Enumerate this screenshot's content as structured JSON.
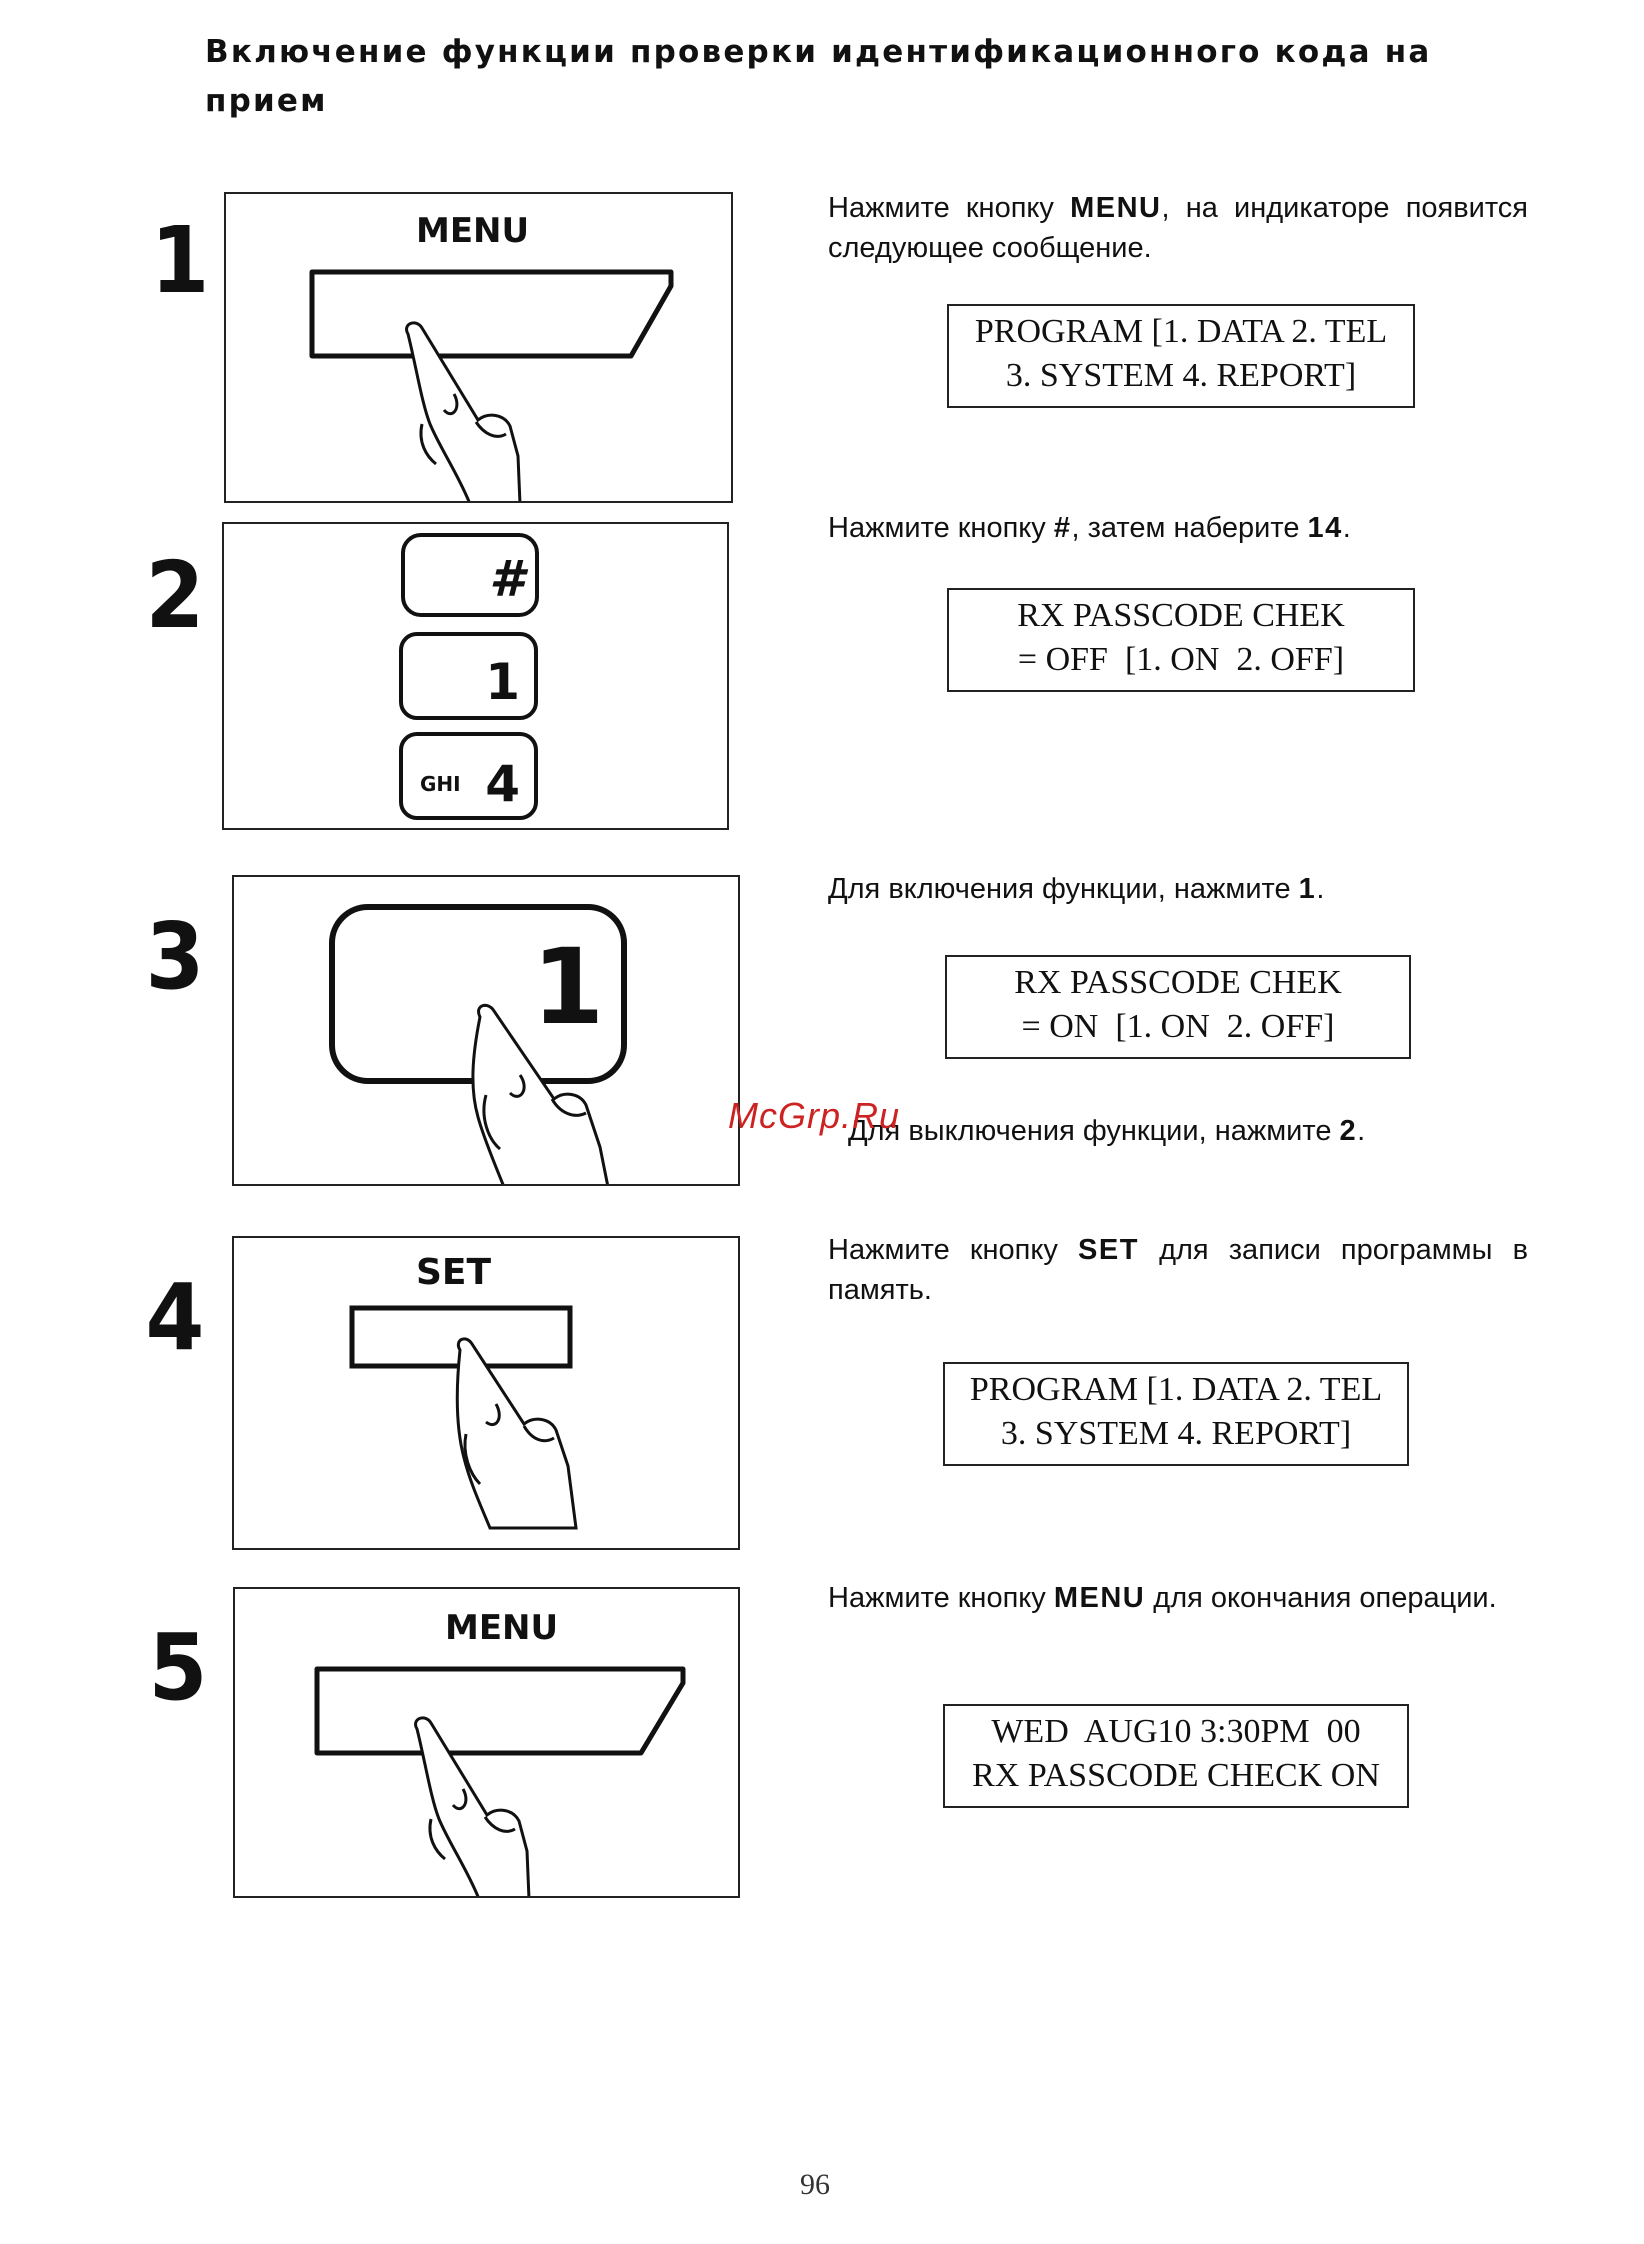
{
  "title": {
    "line1": "Включение функции проверки идентификационного кода на",
    "line2": "прием"
  },
  "steps": [
    {
      "number": "1",
      "button_label": "MENU",
      "instruction": {
        "part1": "Нажмите кнопку ",
        "bold": "MENU",
        "part2": ", на индикаторе появится следующее сообщение."
      },
      "display": [
        "PROGRAM [1. DATA 2. TEL",
        "3. SYSTEM 4. REPORT]"
      ]
    },
    {
      "number": "2",
      "keys": [
        {
          "symbol": "#",
          "sub": ""
        },
        {
          "symbol": "1",
          "sub": ""
        },
        {
          "symbol": "4",
          "sub": "GHI"
        }
      ],
      "instruction": {
        "part1": "Нажмите кнопку ",
        "bold": "#",
        "part2": ", затем наберите ",
        "bold2": "14",
        "part3": "."
      },
      "display": [
        "RX PASSCODE CHEK",
        "= OFF  [1. ON  2. OFF]"
      ]
    },
    {
      "number": "3",
      "key": "1",
      "instruction": {
        "part1": "Для включения функции, нажмите ",
        "bold": "1",
        "part2": "."
      },
      "display": [
        "RX PASSCODE CHEK",
        "= ON  [1. ON  2. OFF]"
      ],
      "note": {
        "part1": "Для выключения функции, нажмите ",
        "bold": "2",
        "part2": "."
      }
    },
    {
      "number": "4",
      "button_label": "SET",
      "instruction": {
        "part1": "Нажмите кнопку ",
        "bold": "SET",
        "part2": " для записи программы в память."
      },
      "display": [
        "PROGRAM [1. DATA 2. TEL",
        "3. SYSTEM 4. REPORT]"
      ]
    },
    {
      "number": "5",
      "button_label": "MENU",
      "instruction": {
        "part1": "Нажмите кнопку ",
        "bold": "MENU",
        "part2": " для окончания операции."
      },
      "display": [
        "WED  AUG10 3:30PM  00",
        "RX PASSCODE CHECK ON"
      ]
    }
  ],
  "watermark": "McGrp.Ru",
  "page_number": "96"
}
